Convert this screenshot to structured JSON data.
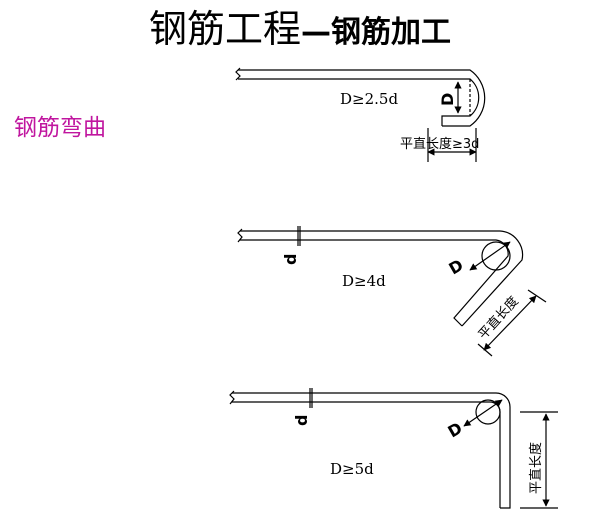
{
  "header": {
    "title_main": "钢筋工程",
    "title_sub": "—钢筋加工"
  },
  "subtitle": "钢筋弯曲",
  "diagrams": {
    "hook180": {
      "rule": "D≥2.5d",
      "diameter": "D",
      "straight_length": "平直长度≥3d"
    },
    "hook135": {
      "rule": "D≥4d",
      "diameter": "D",
      "bar_d": "d",
      "straight_length": "平直长度"
    },
    "hook90": {
      "rule": "D≥5d",
      "diameter": "D",
      "bar_d": "d",
      "straight_length": "平直长度"
    }
  }
}
